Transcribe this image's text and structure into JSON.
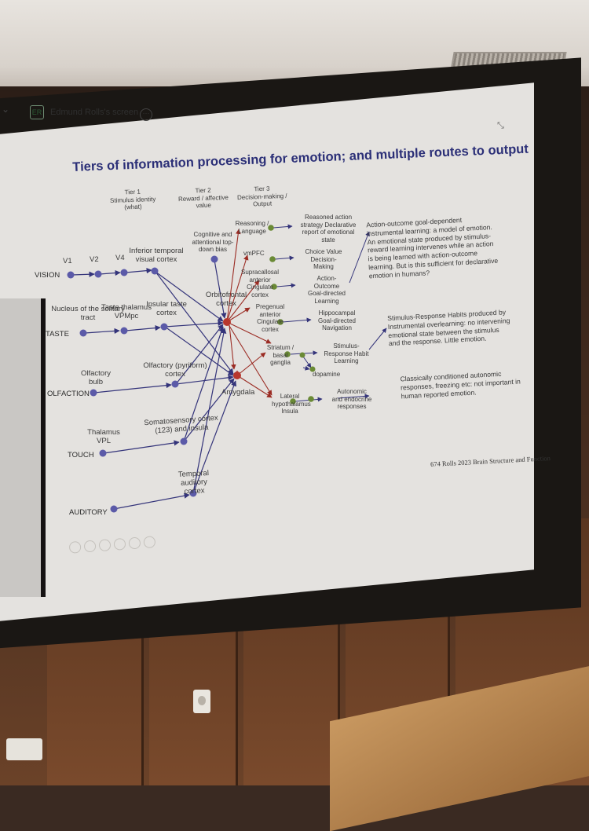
{
  "meeting": {
    "initials": "ER",
    "screen_label": "Edmund Rolls's screen"
  },
  "slide": {
    "title": "Tiers of information processing for emotion; and multiple routes to output",
    "credit": "674 Rolls 2023 Brain Structure and Function",
    "tiers": [
      {
        "name": "Tier 1",
        "sub": "Stimulus identity",
        "sub2": "(what)"
      },
      {
        "name": "Tier 2",
        "sub": "Reward / affective",
        "sub2": "value"
      },
      {
        "name": "Tier 3",
        "sub": "Decision-making /",
        "sub2": "Output"
      }
    ],
    "modalities": [
      "VISION",
      "TASTE",
      "OLFACTION",
      "TOUCH",
      "AUDITORY"
    ],
    "labels": {
      "v1": "V1",
      "v2": "V2",
      "v4": "V4",
      "itc": "Inferior temporal visual cortex",
      "nts": "Nucleus of the solitary tract",
      "tt": "Taste thalamus VPMpc",
      "insula": "Insular taste cortex",
      "olfbulb": "Olfactory bulb",
      "pyri": "Olfactory (pyriform) cortex",
      "thal": "Thalamus VPL",
      "soma": "Somatosensory cortex (123) and insula",
      "temporal": "Temporal auditory cortex",
      "cognitive": "Cognitive and attentional top-down bias",
      "ofc": "Orbitofrontal cortex",
      "amy": "Amygdala",
      "reason": "Reasoning / Language",
      "vmpfc": "vmPFC",
      "scc": "Supracallosal anterior Cingulate cortex",
      "pgc": "Pregenual anterior Cingulate cortex",
      "striatum": "Striatum / basal ganglia",
      "dopamine": "dopamine",
      "lh": "Lateral hypothalamus Insula",
      "out1": "Reasoned action strategy Declarative report of emotional state",
      "out2": "Choice Value Decision-Making",
      "out3": "Action-Outcome Goal-directed Learning",
      "out4": "Hippocampal Goal-directed Navigation",
      "out5": "Stimulus-Response Habit Learning",
      "out6": "Autonomic and endocrine responses"
    },
    "notes": [
      "Action-outcome goal-dependent instrumental learning: a model of emotion. An emotional state produced by stimulus-reward learning intervenes while an action is being learned with action-outcome learning. But is this sufficient for declarative emotion in humans?",
      "Stimulus-Response Habits produced by Instrumental overlearning: no intervening emotional state between the stimulus and the response. Little emotion.",
      "Classically conditioned autonomic responses, freezing etc: not important in human reported emotion."
    ]
  },
  "colors": {
    "node": "#5b5aa8",
    "hub": "#b8372d",
    "output": "#6a8a35",
    "title": "#2b2f77"
  }
}
